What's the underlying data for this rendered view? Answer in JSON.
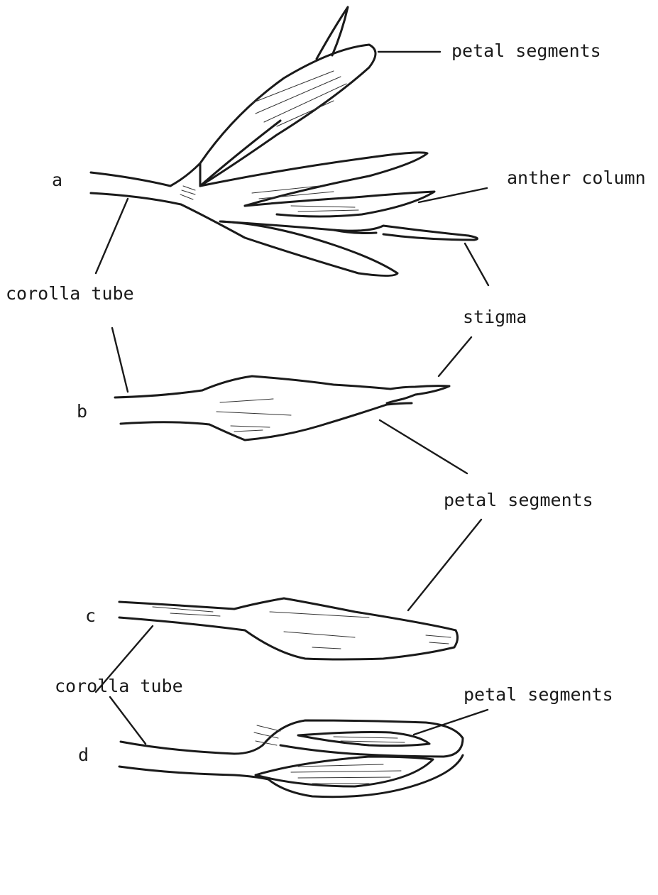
{
  "figure": {
    "panels": [
      {
        "key": "a",
        "letter": "a"
      },
      {
        "key": "b",
        "letter": "b"
      },
      {
        "key": "c",
        "letter": "c"
      },
      {
        "key": "d",
        "letter": "d"
      }
    ],
    "labels": {
      "a_petal_segments": "petal segments",
      "a_anther_column": "anther column",
      "a_corolla_tube": "corolla tube",
      "a_stigma": "stigma",
      "b_petal_segments": "petal segments",
      "d_corolla_tube": "corolla tube",
      "d_petal_segments": "petal segments"
    }
  }
}
